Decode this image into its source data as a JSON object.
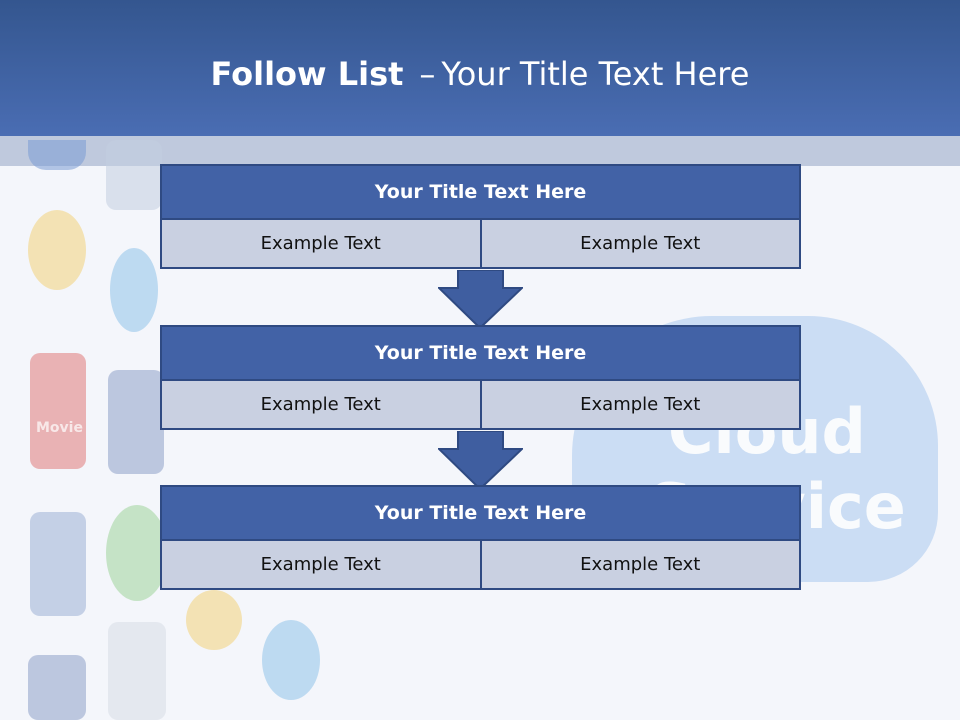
{
  "slide": {
    "title_bold": "Follow List",
    "title_dash": "–",
    "title_rest": "Your Title Text Here"
  },
  "blocks": [
    {
      "title": "Your Title Text Here",
      "left": "Example Text",
      "right": "Example Text"
    },
    {
      "title": "Your Title Text Here",
      "left": "Example Text",
      "right": "Example Text"
    },
    {
      "title": "Your Title Text Here",
      "left": "Example Text",
      "right": "Example Text"
    }
  ],
  "background": {
    "cloud_text_line1": "Cloud",
    "cloud_text_line2": "Service",
    "movie_label": "Movie",
    "icons": [
      "thumbs-up-icon",
      "speech-bubble-icon",
      "twitter-bird-icon",
      "contact-icon",
      "download-icon"
    ]
  },
  "colors": {
    "header": "#4a6db3",
    "block_title": "#4262a6",
    "cell": "#c9d0e1",
    "border": "#2f4a82"
  }
}
